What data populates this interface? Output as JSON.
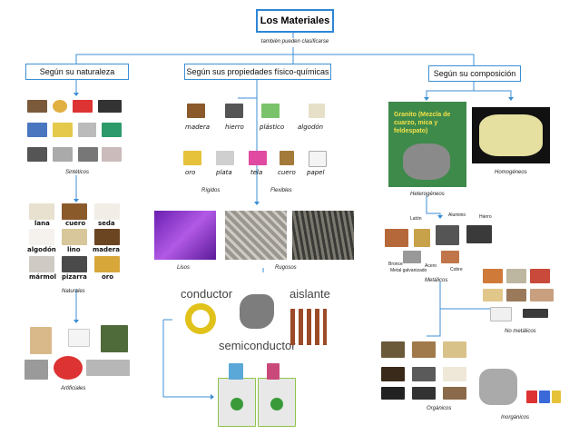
{
  "title": "Los Materiales",
  "subtitle": "también pueden clasificarse",
  "categories": {
    "naturaleza": "Según su naturaleza",
    "propiedades": "Según sus propiedades físico-químicas",
    "composicion": "Según su composición"
  },
  "naturaleza": {
    "sinteticos": "Sintéticos",
    "naturales": "Naturales",
    "artificiales": "Artificiales",
    "natural_items": [
      "lana",
      "cuero",
      "seda",
      "algodón",
      "lino",
      "madera",
      "mármol",
      "pizarra",
      "oro"
    ]
  },
  "propiedades": {
    "rigid_items": [
      "madera",
      "hierro",
      "plástico",
      "algodón"
    ],
    "flex_items": [
      "oro",
      "plata",
      "tela",
      "cuero",
      "papel"
    ],
    "rigidos": "Rígidos",
    "flexibles": "Flexibles",
    "lisos": "Lisos",
    "rugosos": "Rugosos",
    "conductor": "conductor",
    "aislante": "aislante",
    "semiconductor": "semiconductor"
  },
  "composicion": {
    "granito": "Granito (Mezcla de cuarzo, mica y feldespato)",
    "heterogeneos": "Heterogéneos",
    "homogeneos": "Homogéneos",
    "metalicos": "Metálicos",
    "no_metalicos": "No metálicos",
    "organicos": "Orgánicos",
    "inorganicos": "Inorgánicos",
    "metal_labels": [
      "Latón",
      "Aluminio",
      "Hierro",
      "Bronce",
      "Acero",
      "Metal galvanizado",
      "Cobre"
    ]
  },
  "colors": {
    "connector": "#3c8fd4",
    "granito_text": "#f2e14a"
  }
}
